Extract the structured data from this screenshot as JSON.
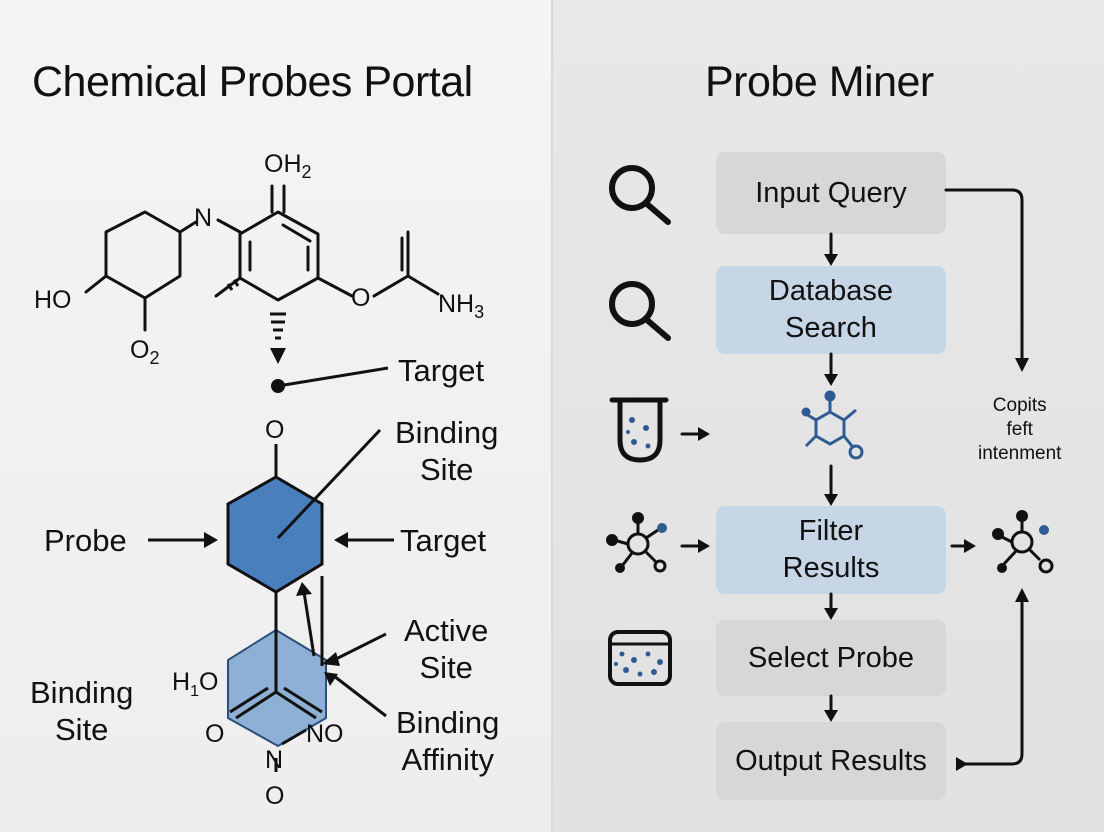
{
  "left_panel": {
    "title": "Chemical Probes Portal",
    "molecule_labels": {
      "oh2": "OH",
      "oh2_sub": "2",
      "n": "N",
      "ho": "HO",
      "o2": "O",
      "o2_sub": "2",
      "o_ether": "O",
      "nh3": "NH",
      "nh3_sub": "3",
      "ketone_o": "O",
      "h1o": "H",
      "h1o_sub": "1",
      "h1o_o": "O",
      "o_low": "O",
      "no": "NO",
      "n_low": "N",
      "o_bottom": "O"
    },
    "annotations": {
      "target_top": "Target",
      "binding_site_right_1": "Binding",
      "binding_site_right_2": "Site",
      "probe": "Probe",
      "target_mid": "Target",
      "active_site_1": "Active",
      "active_site_2": "Site",
      "binding_site_left_1": "Binding",
      "binding_site_left_2": "Site",
      "binding_affinity_1": "Binding",
      "binding_affinity_2": "Affinity"
    },
    "colors": {
      "probe_fill": "#4a7fbe",
      "lower_fill": "#8fb0d6",
      "stroke": "#111111"
    }
  },
  "right_panel": {
    "title": "Probe Miner",
    "steps": [
      {
        "line1": "Input Query",
        "line2": "",
        "style": "grey"
      },
      {
        "line1": "Database",
        "line2": "Search",
        "style": "blue"
      },
      {
        "line1": "Filter",
        "line2": "Results",
        "style": "blue"
      },
      {
        "line1": "Select Probe",
        "line2": "",
        "style": "grey"
      },
      {
        "line1": "Output Results",
        "line2": "",
        "style": "grey"
      }
    ],
    "side_note": {
      "line1": "Copits",
      "line2": "feft",
      "line3": "intenment"
    },
    "icons": [
      "magnifier-icon",
      "magnifier-icon",
      "test-tube-icon",
      "molecule-network-icon",
      "molecule-network-icon",
      "plate-icon",
      "molecule-network-icon"
    ],
    "colors": {
      "grey_box": "#d7d7d9",
      "blue_box": "#c6d6e6",
      "icon_blue": "#2f5b94"
    }
  }
}
